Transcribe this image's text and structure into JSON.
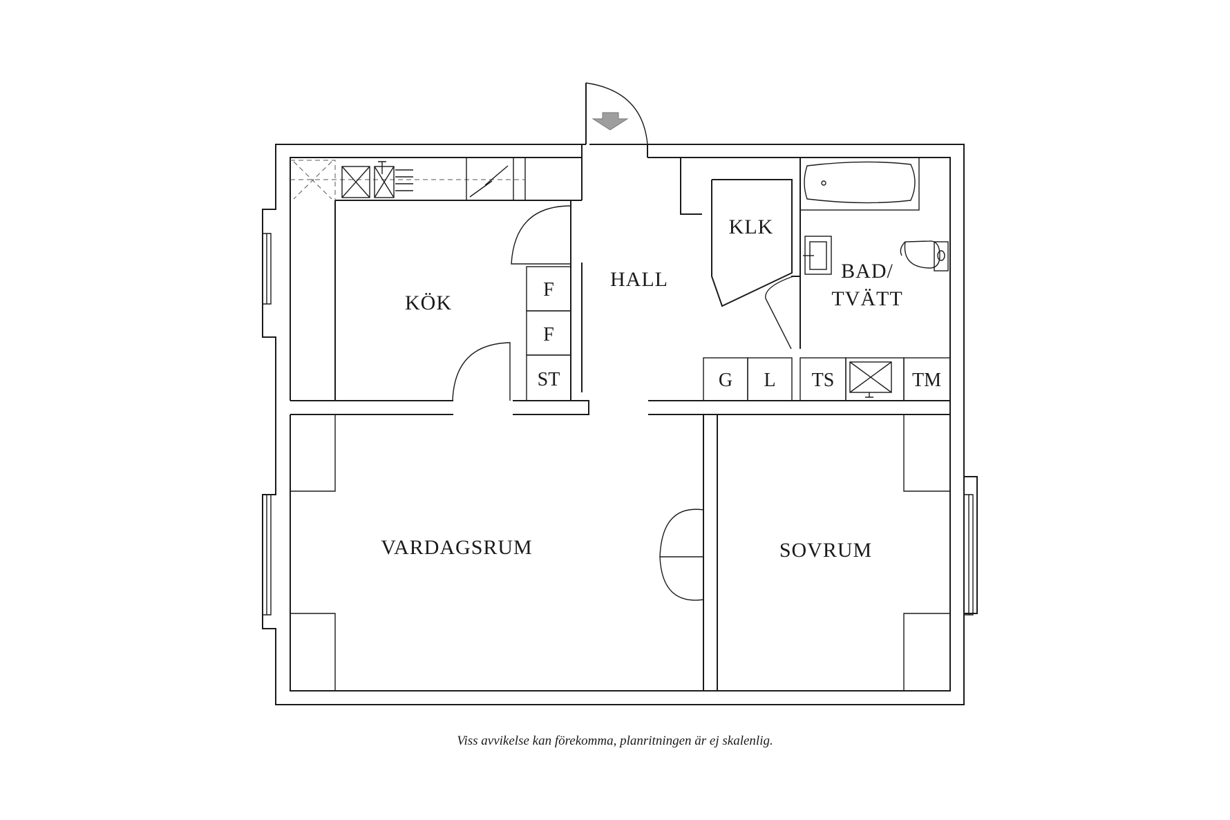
{
  "rooms": {
    "kok": "KÖK",
    "hall": "HALL",
    "klk": "KLK",
    "bad_line1": "BAD/",
    "bad_line2": "TVÄTT",
    "vardagsrum": "VARDAGSRUM",
    "sovrum": "SOVRUM"
  },
  "fixtures": {
    "f1": "F",
    "f2": "F",
    "st": "ST",
    "g": "G",
    "l": "L",
    "ts": "TS",
    "tm": "TM"
  },
  "disclaimer": "Viss avvikelse kan förekomma, planritningen är ej skalenlig.",
  "colors": {
    "line": "#1a1a1a",
    "entry_arrow": "#9e9e9e"
  },
  "icons": [
    "entry-arrow-icon",
    "stove-icon",
    "sink-icon",
    "dishwasher-icon",
    "bathtub-icon",
    "toilet-icon",
    "washbasin-icon",
    "shower-icon"
  ]
}
